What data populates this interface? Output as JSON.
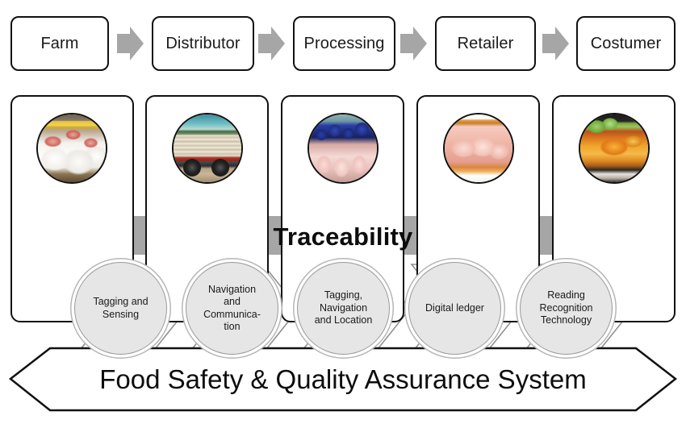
{
  "diagram": {
    "title": "Food Safety & Quality Assurance System",
    "palette": {
      "arrow_gray": "#a6a6a6",
      "outline_black": "#111111",
      "circle_fill": "#e7e6e6",
      "circle_ring": "#b6b6b6",
      "background": "#ffffff"
    },
    "supply_chain": {
      "stages": [
        {
          "label": "Farm",
          "photo": "chickens-in-barn-photo"
        },
        {
          "label": "Distributor",
          "photo": "livestock-transport-truck-photo"
        },
        {
          "label": "Processing",
          "photo": "poultry-processing-line-photo"
        },
        {
          "label": "Retailer",
          "photo": "raw-chicken-breast-tray-photo"
        },
        {
          "label": "Costumer",
          "photo": "roasted-chicken-plate-photo"
        }
      ],
      "connector_icon": "right-arrow-icon"
    },
    "traceability": {
      "label": "Traceability",
      "arrow_icon": "double-headed-arrow-icon"
    },
    "technologies": [
      {
        "label": "Tagging and\nSensing"
      },
      {
        "label": "Navigation\nand\nCommunica-\ntion"
      },
      {
        "label": "Tagging,\nNavigation\nand Location"
      },
      {
        "label": "Digital ledger"
      },
      {
        "label": "Reading\nRecognition\nTechnology"
      }
    ],
    "banner": {
      "label": "Food Safety & Quality Assurance System",
      "shape_icon": "hexagon-banner-icon"
    }
  }
}
